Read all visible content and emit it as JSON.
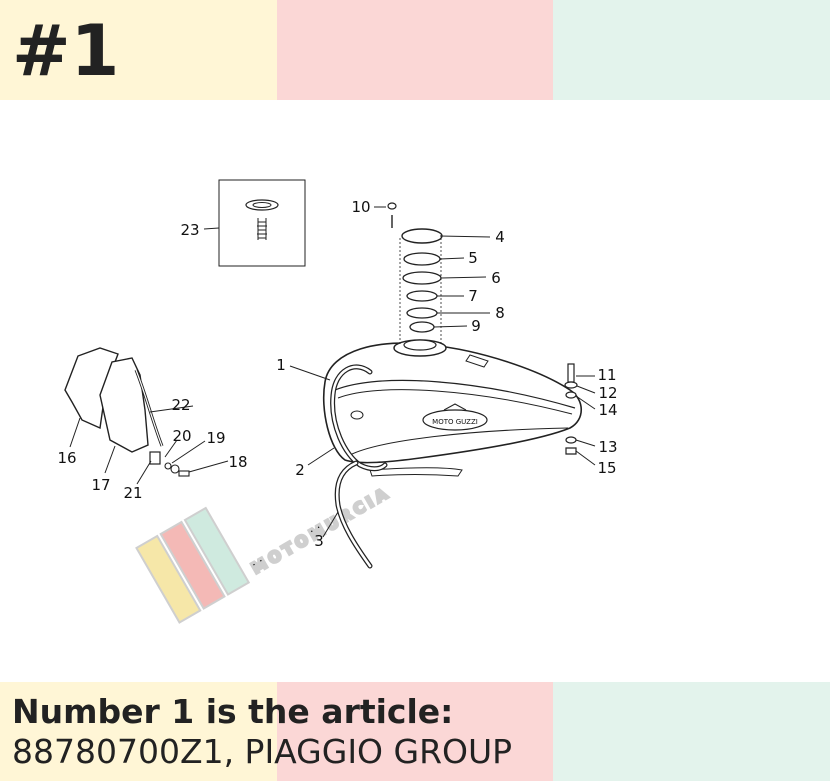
{
  "header": {
    "badge": "#1"
  },
  "caption": {
    "line1": "Number 1 is the article:",
    "line2": "88780700Z1, PIAGGIO GROUP"
  },
  "diagram": {
    "watermark": "MOTOMURCIA",
    "tank_logo": "MOTO GUZZI",
    "callouts": [
      "1",
      "2",
      "3",
      "4",
      "5",
      "6",
      "7",
      "8",
      "9",
      "10",
      "11",
      "12",
      "13",
      "14",
      "15",
      "16",
      "17",
      "18",
      "19",
      "20",
      "21",
      "22",
      "23"
    ]
  },
  "colors": {
    "band_yellow": "#fff6d6",
    "band_pink": "#fbd7d6",
    "band_mint": "#e3f3ec",
    "text": "#222222"
  }
}
